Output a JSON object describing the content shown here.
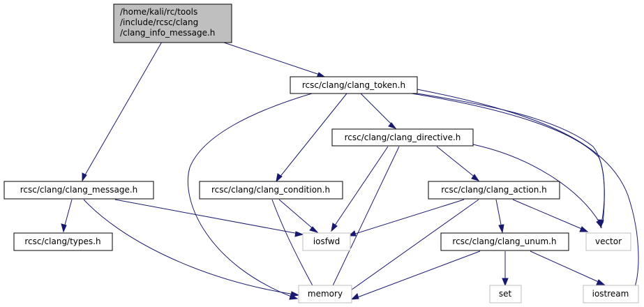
{
  "colors": {
    "edge": "#191970",
    "root_fill": "#bfbfbf",
    "node_border": "#000000",
    "system_border": "#bfbfbf",
    "background": "#ffffff"
  },
  "nodes": {
    "root": [
      "/home/kali/rc/tools",
      "/include/rcsc/clang",
      "/clang_info_message.h"
    ],
    "clang_token": "rcsc/clang/clang_token.h",
    "clang_directive": "rcsc/clang/clang_directive.h",
    "clang_message": "rcsc/clang/clang_message.h",
    "clang_condition": "rcsc/clang/clang_condition.h",
    "clang_action": "rcsc/clang/clang_action.h",
    "types": "rcsc/clang/types.h",
    "iosfwd": "iosfwd",
    "vector": "vector",
    "clang_unum": "rcsc/clang/clang_unum.h",
    "memory": "memory",
    "set": "set",
    "iostream": "iostream"
  }
}
